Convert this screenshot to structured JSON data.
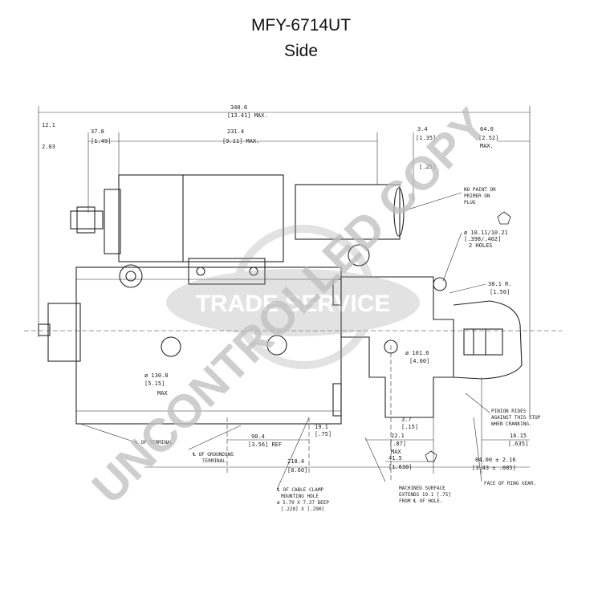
{
  "header": {
    "title": "MFY-6714UT",
    "subtitle": "Side"
  },
  "watermarks": {
    "stamp": "UNCONTROLLED COPY",
    "logo": "TRADE SERVICE"
  },
  "dimensions": {
    "overall": "340.6",
    "overall_in": "[13.41] MAX.",
    "d231": "231.4",
    "d231_in": "[9.11] MAX.",
    "d37": "37.8",
    "d37_in": "[1.49]",
    "d12": "12.1",
    "d12b": "2.03",
    "d3_4": "3.4",
    "d3_4_in": "[1.35]",
    "d64": "64.0",
    "d64_in": "[2.52]",
    "d64_max": "MAX.",
    "d_l25": "[.25]",
    "hole_dia": "ø 10.11/10.21",
    "hole_dia_in": "[.398/.402]",
    "hole_count": "2 HOLES",
    "radius": "38.1 R.",
    "radius_in": "[1.50]",
    "body_dia": "ø 130.8",
    "body_dia_in": "[5.15]",
    "body_max": "MAX",
    "pilot_dia": "ø 101.6",
    "pilot_dia_in": "[4.00]",
    "d90": "90.4",
    "d90_in": "[3.56] REF",
    "d19": "19.1",
    "d19_in": "[.75]",
    "d218": "218.4",
    "d218_in": "[8.60]",
    "d3_7": "3.7",
    "d3_7_in": "[.15]",
    "d22": "22.1",
    "d22_in": "[.87]",
    "d22_max": "MAX",
    "d41": "41.5",
    "d41_in": "[1.630]",
    "d16": "16.15",
    "d16_in": "[.635]",
    "d84": "84.00 ± 2.16",
    "d84_in": "[3.43 ± .085]"
  },
  "notes": {
    "no_paint": [
      "NO PAINT OR",
      "PRIMER ON",
      "PLUG"
    ],
    "pinion": [
      "PINION RIDES",
      "AGAINST THIS STOP",
      "WHEN CRANKING."
    ],
    "ring_gear": "FACE OF RING GEAR.",
    "term": "℄ OF TERMINAL",
    "grounding": [
      "℄ OF GROUNDING",
      "TERMINAL"
    ],
    "cable_clamp": [
      "℄ OF CABLE CLAMP",
      "MOUNTING HOLE",
      "ø 5.79 X 7.37 DEEP",
      "[.228] X [.290]"
    ],
    "machined": [
      "MACHINED SURFACE",
      "EXTENDS 19.1 [.75]",
      "FROM ℄ OF HOLE."
    ]
  }
}
